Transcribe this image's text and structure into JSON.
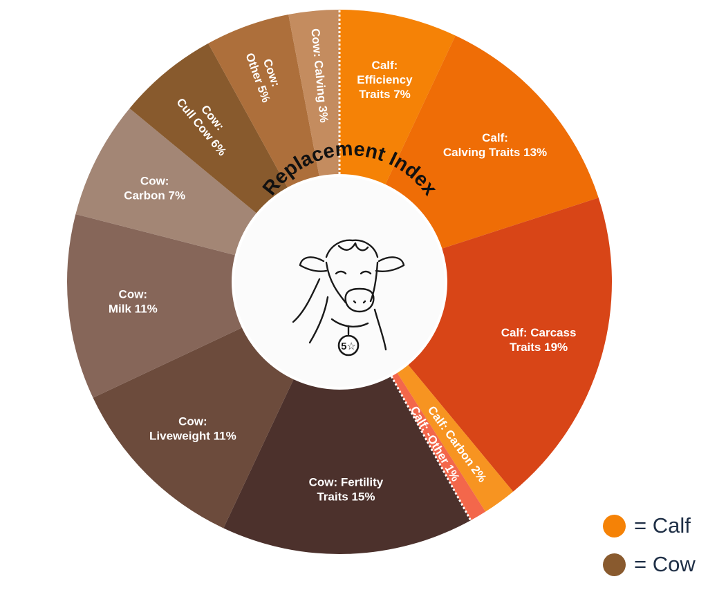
{
  "chart_data": {
    "type": "pie",
    "title": "Replacement Index",
    "slices": [
      {
        "label": [
          "Calf:",
          "Efficiency",
          "Traits 7%"
        ],
        "value": 7,
        "color": "#F58206"
      },
      {
        "label": [
          "Calf:",
          "Calving Traits 13%"
        ],
        "value": 13,
        "color": "#EF6D06"
      },
      {
        "label": [
          "Calf: Carcass",
          "Traits 19%"
        ],
        "value": 19,
        "color": "#D84517"
      },
      {
        "label": [
          "Calf: Carbon 2%"
        ],
        "value": 2,
        "color": "#F79421"
      },
      {
        "label": [
          "Calf: -Other 1%"
        ],
        "value": 1,
        "color": "#F3674B"
      },
      {
        "label": [
          "Cow: Fertility",
          "Traits 15%"
        ],
        "value": 15,
        "color": "#4C312C"
      },
      {
        "label": [
          "Cow:",
          "Liveweight 11%"
        ],
        "value": 11,
        "color": "#6C4B3C"
      },
      {
        "label": [
          "Cow:",
          "Milk 11%"
        ],
        "value": 11,
        "color": "#866659"
      },
      {
        "label": [
          "Cow:",
          "Carbon 7%"
        ],
        "value": 7,
        "color": "#A38675"
      },
      {
        "label": [
          "Cow:",
          "Cull Cow 6%"
        ],
        "value": 6,
        "color": "#885A2D"
      },
      {
        "label": [
          "Cow:",
          "Other 5%"
        ],
        "value": 5,
        "color": "#AD6F3B"
      },
      {
        "label": [
          "Cow: Calving 3%"
        ],
        "value": 3,
        "color": "#C48C5F"
      }
    ],
    "legend": [
      {
        "label": "= Calf",
        "color": "#F58206"
      },
      {
        "label": "= Cow",
        "color": "#895A2E"
      }
    ],
    "legend_position": "bottom-right",
    "center_badge_text": "5☆"
  }
}
